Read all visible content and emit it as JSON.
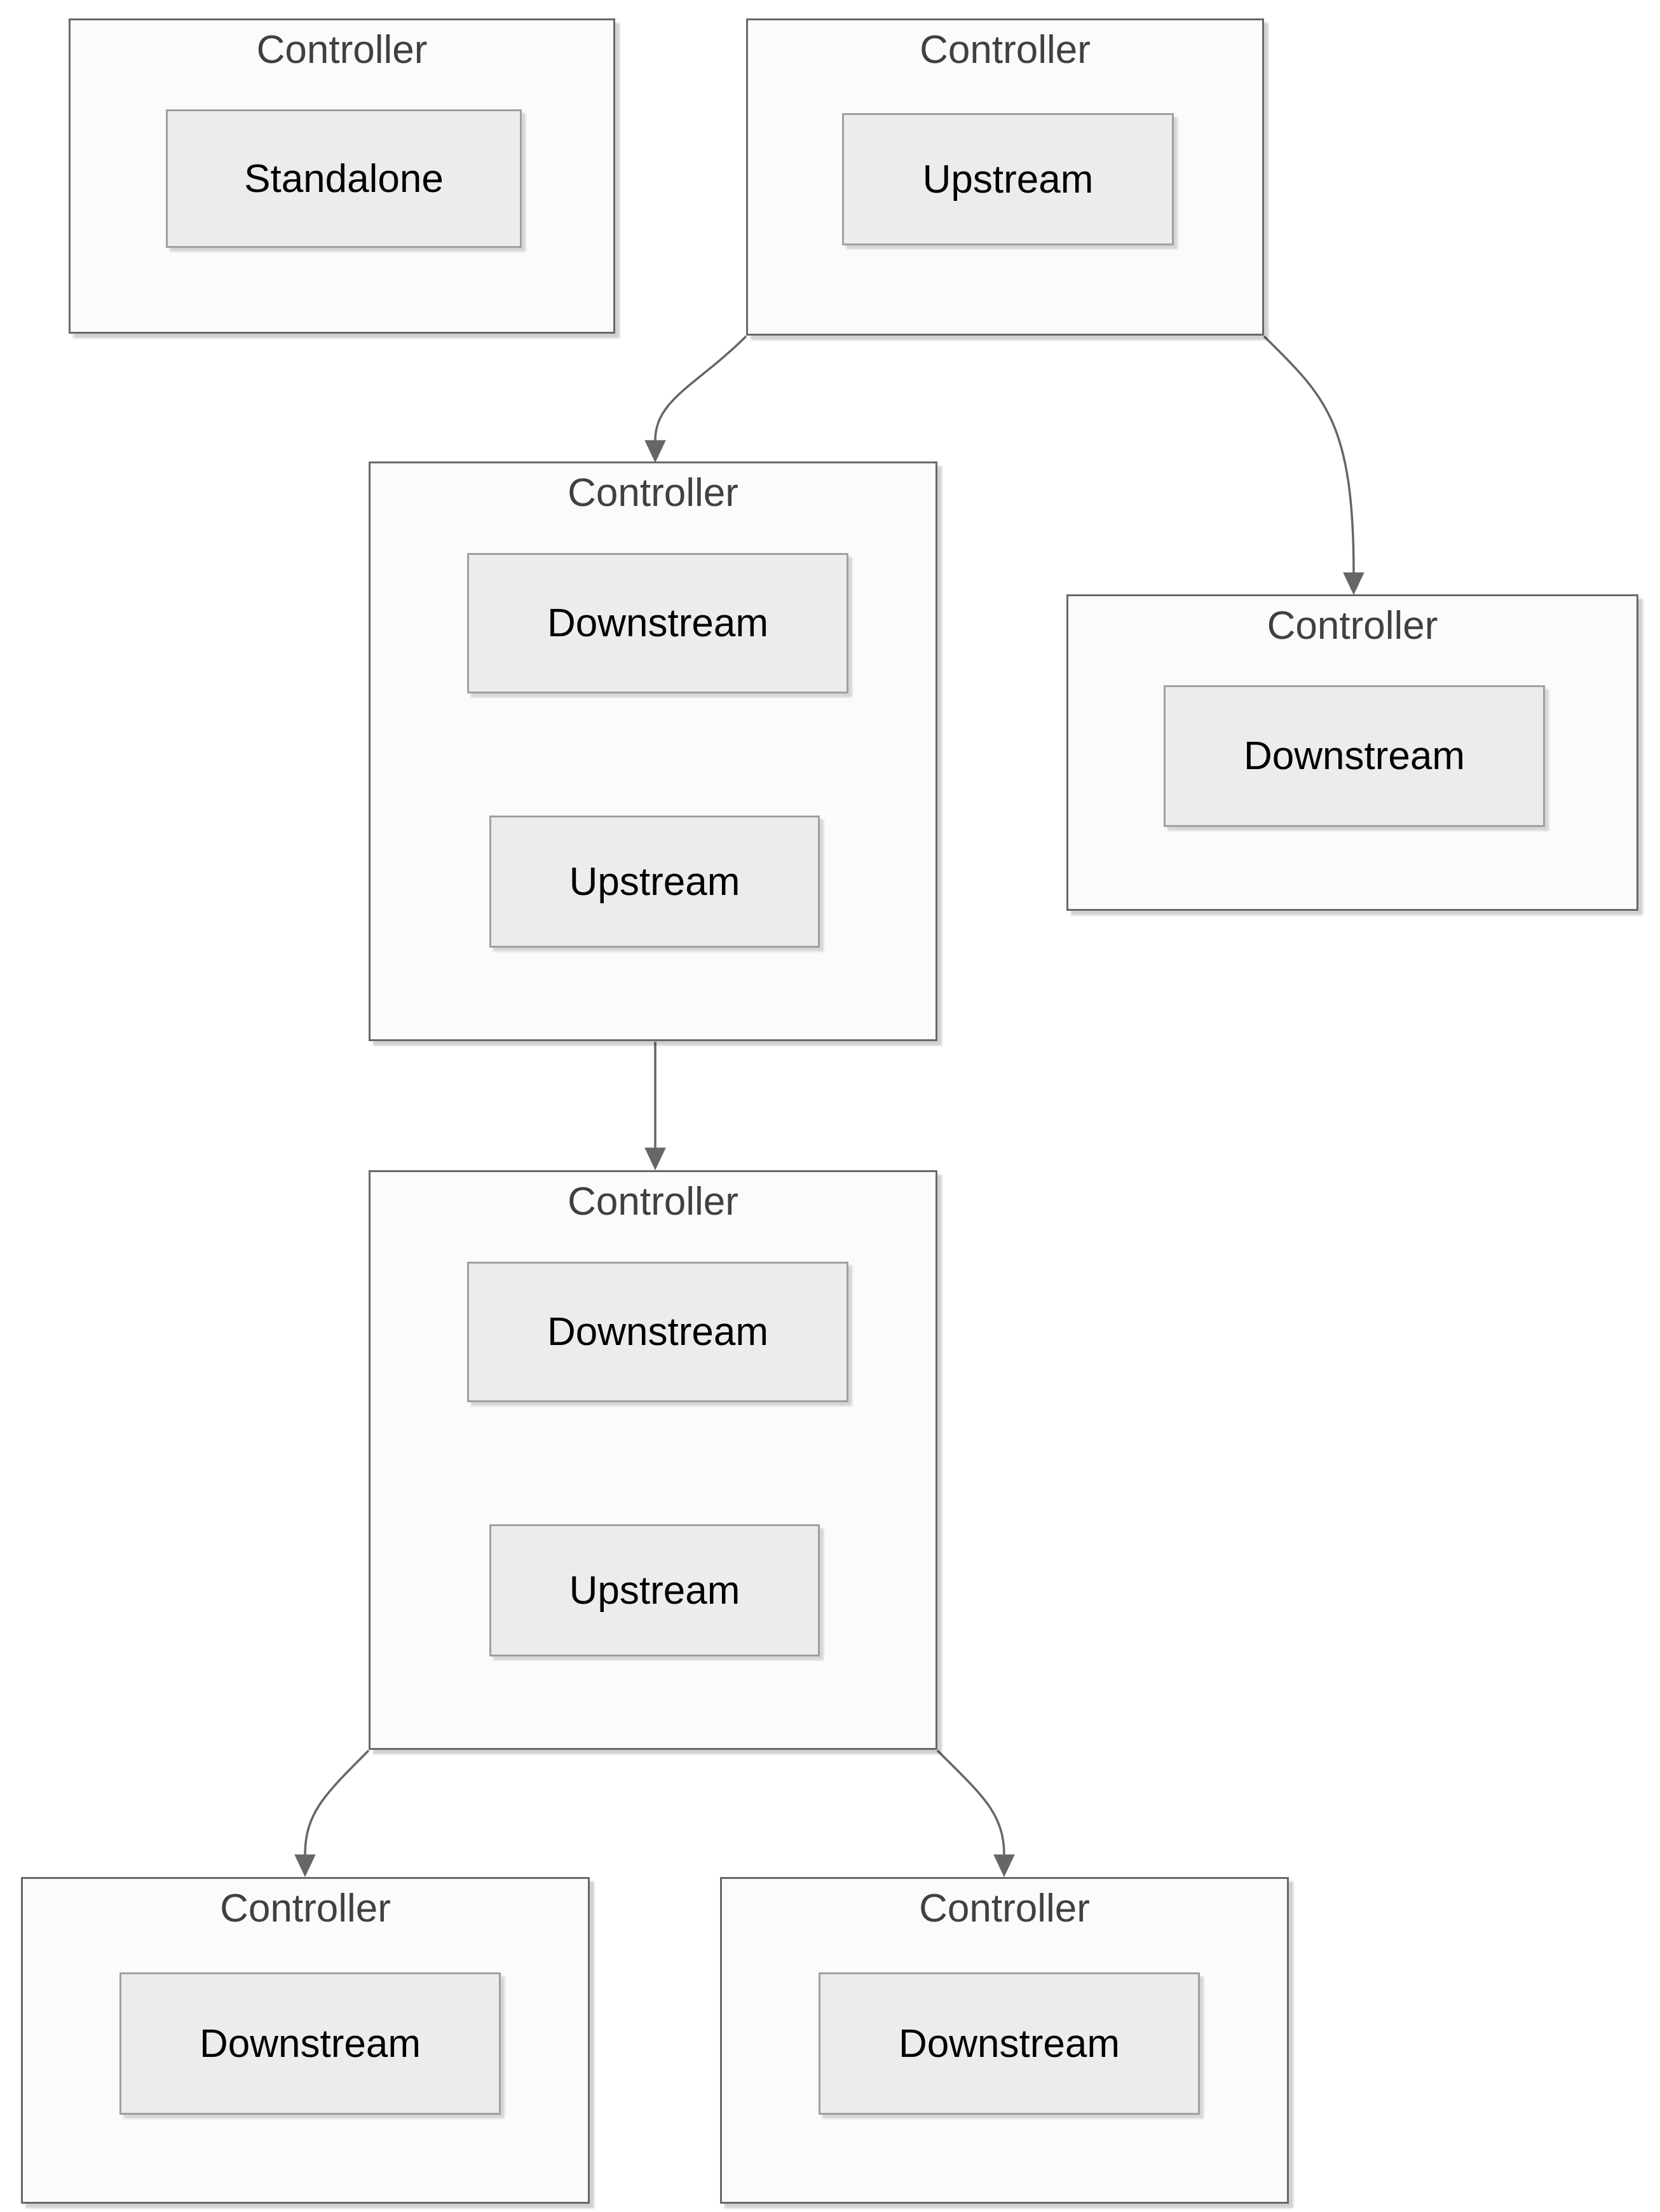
{
  "diagram": {
    "type": "controller-topology-diagram",
    "colors": {
      "background": "#ffffff",
      "node_fill": "#fbfbfb",
      "node_border": "#686868",
      "component_fill": "#ececec",
      "component_border": "#a0a0a0",
      "arrow": "#666666",
      "title_text": "#404040",
      "component_text": "#000000"
    },
    "nodes": [
      {
        "id": "controller-standalone",
        "title": "Controller",
        "components": [
          {
            "label": "Standalone"
          }
        ]
      },
      {
        "id": "controller-root",
        "title": "Controller",
        "components": [
          {
            "label": "Upstream"
          }
        ]
      },
      {
        "id": "controller-mid-upper",
        "title": "Controller",
        "components": [
          {
            "label": "Downstream"
          },
          {
            "label": "Upstream"
          }
        ]
      },
      {
        "id": "controller-right",
        "title": "Controller",
        "components": [
          {
            "label": "Downstream"
          }
        ]
      },
      {
        "id": "controller-mid-lower",
        "title": "Controller",
        "components": [
          {
            "label": "Downstream"
          },
          {
            "label": "Upstream"
          }
        ]
      },
      {
        "id": "controller-bottom-left",
        "title": "Controller",
        "components": [
          {
            "label": "Downstream"
          }
        ]
      },
      {
        "id": "controller-bottom-right",
        "title": "Controller",
        "components": [
          {
            "label": "Downstream"
          }
        ]
      }
    ],
    "edges": [
      {
        "from": "controller-root",
        "to": "controller-mid-upper"
      },
      {
        "from": "controller-root",
        "to": "controller-right"
      },
      {
        "from": "controller-mid-upper",
        "to": "controller-mid-lower"
      },
      {
        "from": "controller-mid-lower",
        "to": "controller-bottom-left"
      },
      {
        "from": "controller-mid-lower",
        "to": "controller-bottom-right"
      }
    ]
  }
}
